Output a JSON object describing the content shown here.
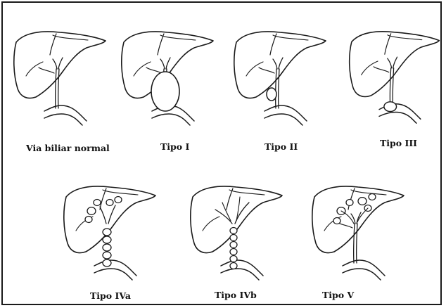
{
  "panels": [
    {
      "id": "normal",
      "label": "Via biliar normal",
      "type": "normal"
    },
    {
      "id": "tipo-1",
      "label": "Tipo I",
      "type": "I"
    },
    {
      "id": "tipo-2",
      "label": "Tipo II",
      "type": "II"
    },
    {
      "id": "tipo-3",
      "label": "Tipo III",
      "type": "III"
    },
    {
      "id": "tipo-4a",
      "label": "Tipo IVa",
      "type": "IVa"
    },
    {
      "id": "tipo-4b",
      "label": "Tipo IVb",
      "type": "IVb"
    },
    {
      "id": "tipo-5",
      "label": "Tipo V",
      "type": "V"
    }
  ],
  "colors": {
    "stroke": "#1a1a1a",
    "background": "#ffffff"
  }
}
